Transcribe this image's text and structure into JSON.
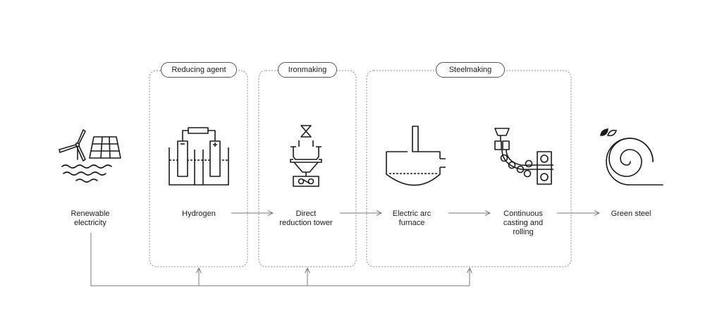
{
  "groups": {
    "reducing_agent": "Reducing agent",
    "ironmaking": "Ironmaking",
    "steelmaking": "Steelmaking"
  },
  "stages": {
    "renewable": [
      "Renewable",
      "electricity"
    ],
    "hydrogen": "Hydrogen",
    "direct_reduction": [
      "Direct",
      "reduction tower"
    ],
    "eaf": [
      "Electric arc",
      "furnace"
    ],
    "casting": [
      "Continuous",
      "casting and",
      "rolling"
    ],
    "green_steel": "Green steel"
  },
  "colors": {
    "stroke": "#1a1a1a",
    "dashed": "#8a8a8a",
    "arrow": "#777777"
  },
  "icons": [
    "wind-turbine-solar-panel-icon",
    "electrolyzer-icon",
    "reduction-tower-icon",
    "electric-arc-furnace-icon",
    "casting-rolling-icon",
    "steel-coil-leaf-icon"
  ]
}
